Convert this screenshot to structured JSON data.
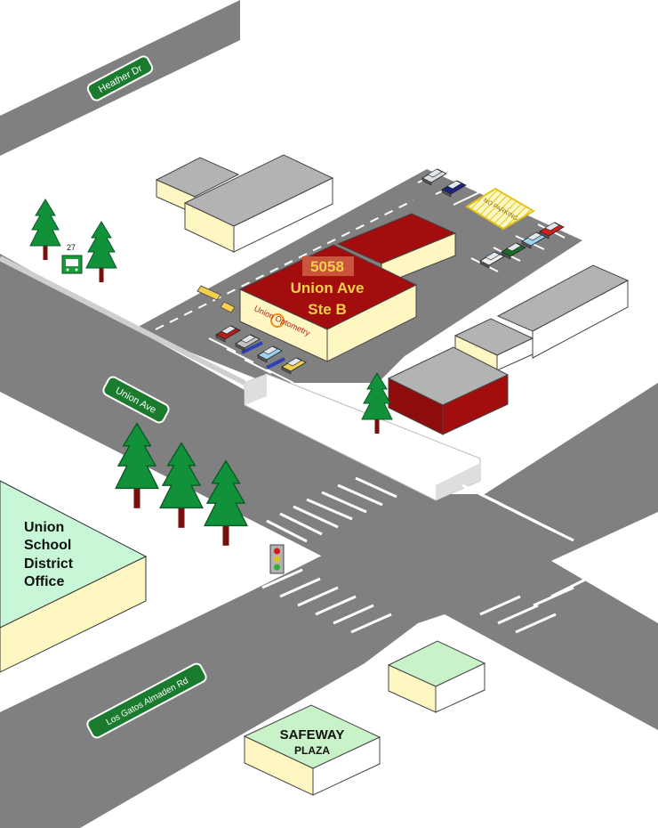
{
  "map": {
    "streets": {
      "heather": "Heather Dr",
      "union": "Union Ave",
      "los_gatos": "Los Gatos Almaden Rd"
    },
    "destination": {
      "line1": "5058",
      "line2": "Union Ave",
      "line3": "Ste B",
      "business": "Union Optometry"
    },
    "bus_stop": {
      "route": "27"
    },
    "district_office": {
      "line1": "Union",
      "line2": "School",
      "line3": "District",
      "line4": "Office"
    },
    "plaza": {
      "line1": "SAFEWAY",
      "line2": "PLAZA"
    },
    "no_parking": "NO PARKING",
    "colors": {
      "road": "#808080",
      "sign_green": "#1a7a2e",
      "building_red": "#a30d0d",
      "accent_yellow": "#f5d04a",
      "plaza_green": "#c9f2c9",
      "district_green": "#c7f7d6"
    }
  }
}
